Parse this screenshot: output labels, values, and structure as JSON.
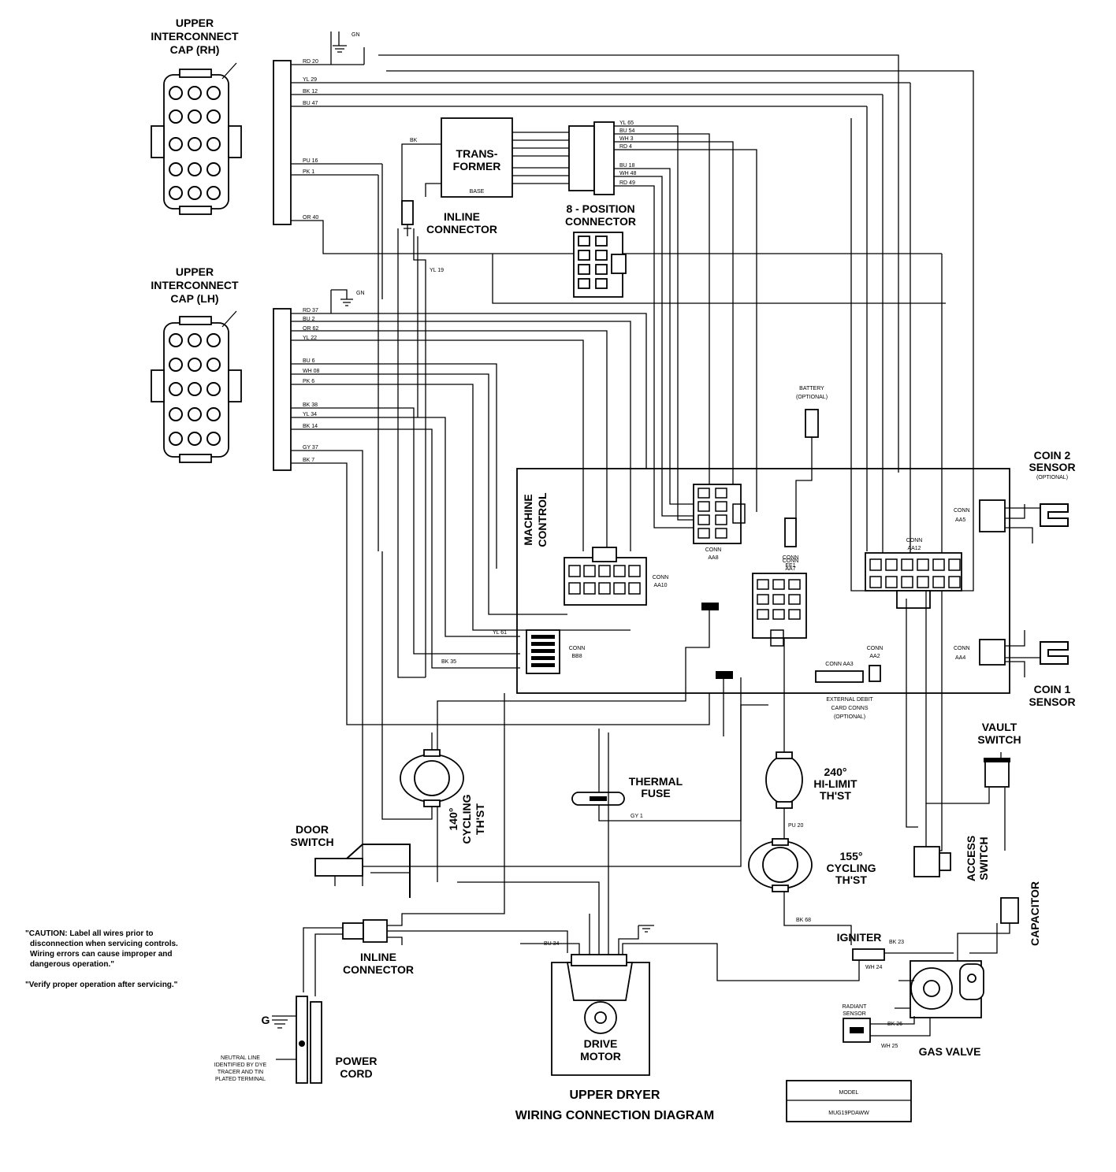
{
  "labels": {
    "upper_cap_rh": [
      "UPPER",
      "INTERCONNECT",
      "CAP (RH)"
    ],
    "upper_cap_lh": [
      "UPPER",
      "INTERCONNECT",
      "CAP (LH)"
    ],
    "transformer": [
      "TRANS-",
      "FORMER"
    ],
    "transformer_base": "BASE",
    "inline_connector_top": [
      "INLINE",
      "CONNECTOR"
    ],
    "eight_position_connector": [
      "8 - POSITION",
      "CONNECTOR"
    ],
    "battery": [
      "BATTERY",
      "(OPTIONAL)"
    ],
    "coin2_sensor": [
      "COIN 2",
      "SENSOR",
      "(OPTIONAL)"
    ],
    "coin1_sensor": [
      "COIN 1",
      "SENSOR"
    ],
    "machine_control": [
      "MACHINE",
      "CONTROL"
    ],
    "conn_aa8": [
      "CONN",
      "AA8"
    ],
    "conn_aa10": [
      "CONN",
      "AA10"
    ],
    "conn_bb8": [
      "CONN",
      "BB8"
    ],
    "conn_ee1": [
      "CONN",
      "EE1"
    ],
    "conn_aa7": [
      "CONN",
      "AA7"
    ],
    "conn_aa12": [
      "CONN",
      "AA12"
    ],
    "conn_aa5": [
      "CONN",
      "AA5"
    ],
    "conn_aa4": [
      "CONN",
      "AA4"
    ],
    "conn_aa3": "CONN AA3",
    "conn_aa2": [
      "CONN",
      "AA2"
    ],
    "external_debit": [
      "EXTERNAL DEBIT",
      "CARD CONNS",
      "(OPTIONAL)"
    ],
    "vault_switch": [
      "VAULT",
      "SWITCH"
    ],
    "thermal_fuse": [
      "THERMAL",
      "FUSE"
    ],
    "hi_limit": [
      "240°",
      "HI-LIMIT",
      "TH'ST"
    ],
    "cycling_140": [
      "140°",
      "CYCLING",
      "TH'ST"
    ],
    "cycling_155": [
      "155°",
      "CYCLING",
      "TH'ST"
    ],
    "door_switch": [
      "DOOR",
      "SWITCH"
    ],
    "access_switch": [
      "ACCESS",
      "SWITCH"
    ],
    "capacitor": "CAPACITOR",
    "igniter": "IGNITER",
    "radiant_sensor": [
      "RADIANT",
      "SENSOR"
    ],
    "gas_valve": "GAS VALVE",
    "inline_connector_bottom": [
      "INLINE",
      "CONNECTOR"
    ],
    "drive_motor": [
      "DRIVE",
      "MOTOR"
    ],
    "power_cord": [
      "POWER",
      "CORD"
    ],
    "neutral_line": [
      "NEUTRAL LINE",
      "IDENTIFIED BY DYE",
      "TRACER AND TIN",
      "PLATED TERMINAL"
    ],
    "ground_g": "G",
    "caution": [
      "\"CAUTION: Label all wires prior to",
      "disconnection when servicing controls.",
      "Wiring errors can cause improper and",
      "dangerous operation.\""
    ],
    "verify": "\"Verify proper operation after servicing.\"",
    "title": [
      "UPPER  DRYER",
      "WIRING CONNECTION DIAGRAM"
    ],
    "model_header": "MODEL",
    "model_value": "MUG19PDAWW"
  },
  "wire_codes_rh": [
    "RD 20",
    "YL 29",
    "BK 12",
    "BU 47",
    "PU 16",
    "PK 1",
    "OR 40"
  ],
  "wire_codes_lh": [
    "RD 37",
    "BU 2",
    "OR 62",
    "YL 22",
    "BU 6",
    "WH 08",
    "PK 6",
    "BK 38",
    "YL 34",
    "BK 14",
    "GY 37",
    "BK 7"
  ],
  "wire_codes_8pos": [
    "YL 65",
    "BU 54",
    "WH 3",
    "RD 4",
    "BU 18",
    "WH 48",
    "RD 49"
  ],
  "wire_codes_misc": {
    "gn": "GN",
    "yl19": "YL 19",
    "bk": "BK",
    "bu34": "BU 34",
    "yl61": "YL 61",
    "bk35": "BK 35",
    "gy1": "GY 1",
    "pu20": "PU 20",
    "bk68": "BK 68",
    "bk23": "BK 23",
    "wh24": "WH 24",
    "wh25": "WH 25",
    "bk26": "BK 26"
  }
}
